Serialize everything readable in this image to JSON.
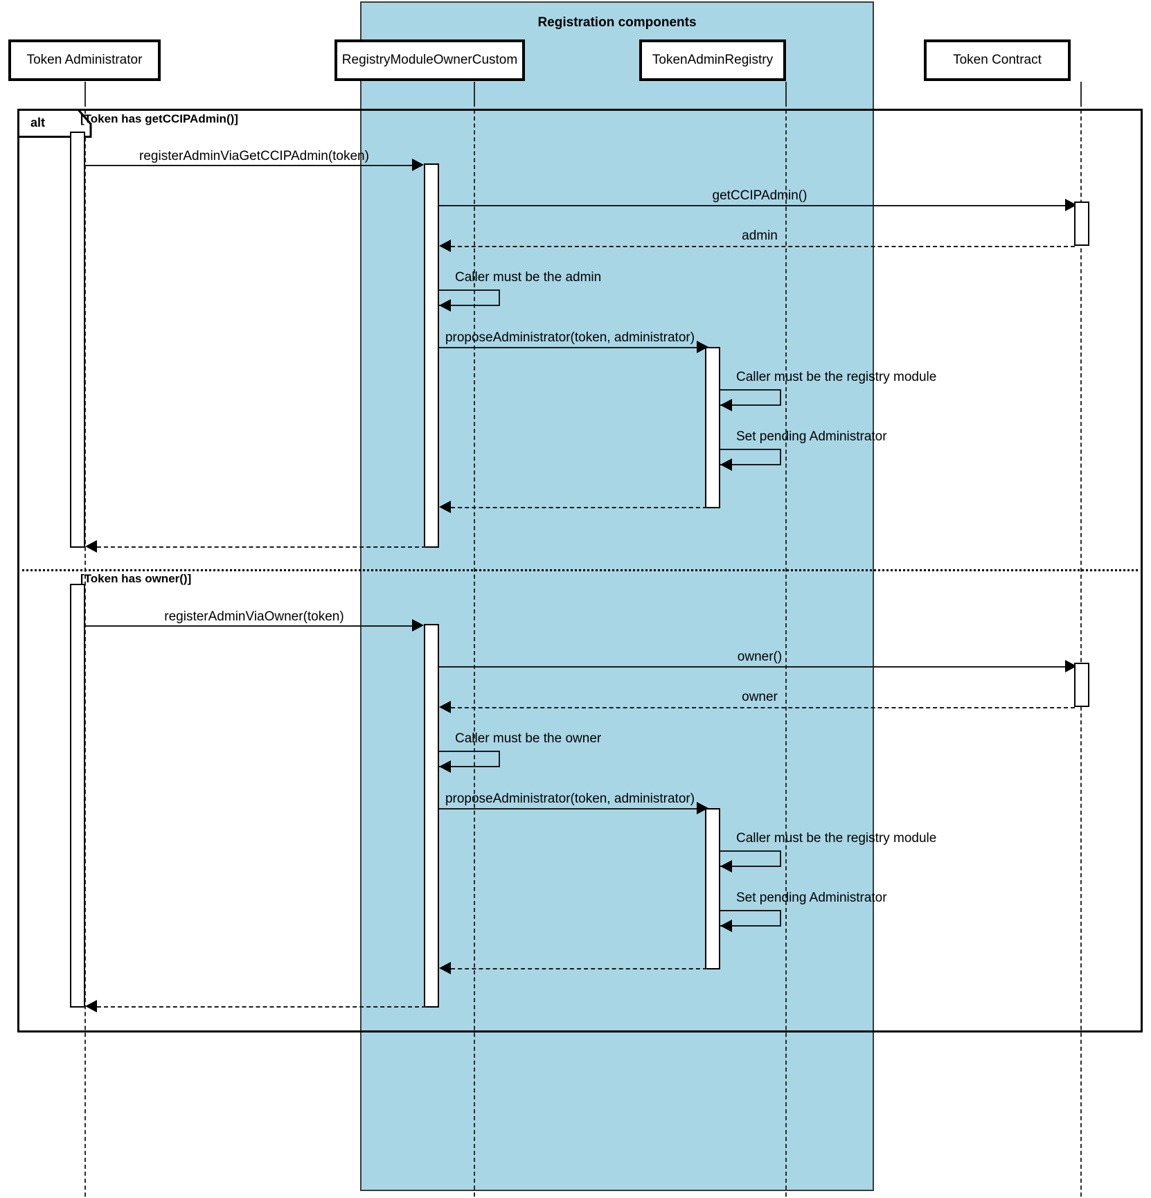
{
  "diagram": {
    "type": "uml-sequence-diagram",
    "group": {
      "title": "Registration components",
      "fill_color": "#a9d6e5"
    },
    "participants": [
      {
        "id": "admin",
        "label": "Token Administrator"
      },
      {
        "id": "registry_module",
        "label": "RegistryModuleOwnerCustom"
      },
      {
        "id": "token_admin_registry",
        "label": "TokenAdminRegistry"
      },
      {
        "id": "token_contract",
        "label": "Token Contract"
      }
    ],
    "fragment": {
      "operator": "alt",
      "guards": [
        "[Token has getCCIPAdmin()]",
        "[Token has owner()]"
      ]
    },
    "messages": [
      {
        "id": "m1",
        "label": "registerAdminViaGetCCIPAdmin(token)"
      },
      {
        "id": "m2",
        "label": "getCCIPAdmin()"
      },
      {
        "id": "m3",
        "label": "admin"
      },
      {
        "id": "m4",
        "label": "Caller must be the admin"
      },
      {
        "id": "m5",
        "label": "proposeAdministrator(token, administrator)"
      },
      {
        "id": "m6",
        "label": "Caller must be the registry module"
      },
      {
        "id": "m7",
        "label": "Set pending Administrator"
      },
      {
        "id": "m8",
        "label": "registerAdminViaOwner(token)"
      },
      {
        "id": "m9",
        "label": "owner()"
      },
      {
        "id": "m10",
        "label": "owner"
      },
      {
        "id": "m11",
        "label": "Caller must be the owner"
      },
      {
        "id": "m12",
        "label": "Caller must be the registry module"
      },
      {
        "id": "m13",
        "label": "Set pending Administrator"
      }
    ]
  }
}
